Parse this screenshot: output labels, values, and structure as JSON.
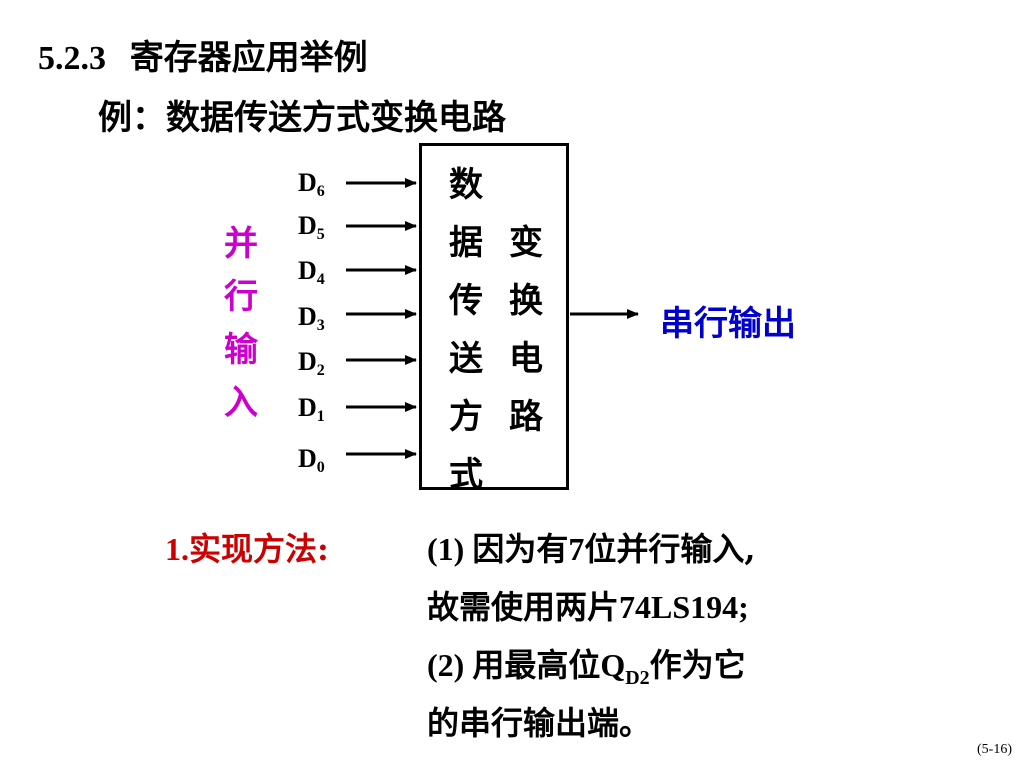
{
  "title": {
    "number": "5.2.3",
    "text": "寄存器应用举例"
  },
  "subtitle": "例：数据传送方式变换电路",
  "input_label_chars": [
    "并",
    "行",
    "输",
    "入"
  ],
  "inputs": [
    {
      "name": "D",
      "sub": "6"
    },
    {
      "name": "D",
      "sub": "5"
    },
    {
      "name": "D",
      "sub": "4"
    },
    {
      "name": "D",
      "sub": "3"
    },
    {
      "name": "D",
      "sub": "2"
    },
    {
      "name": "D",
      "sub": "1"
    },
    {
      "name": "D",
      "sub": "0"
    }
  ],
  "box_col1": [
    "数",
    "据",
    "传",
    "送",
    "方",
    "式"
  ],
  "box_col2": [
    "变",
    "换",
    "电",
    "路"
  ],
  "output_label": "串行输出",
  "method": {
    "heading_num": "1.",
    "heading_text": "实现方法:",
    "line1_prefix": "(1) ",
    "line1_text": "因为有",
    "line1_num": "7",
    "line1_text2": "位并行输入,",
    "line2_text": "故需使用两片",
    "line2_code": "74LS194",
    "line2_end": ";",
    "line3_prefix": "(2) ",
    "line3_text": "用最高位",
    "line3_q": "Q",
    "line3_sub": "D2",
    "line3_text2": "作为它",
    "line4_text": "的串行输出端。"
  },
  "page_number": "(5-16)",
  "colors": {
    "parallel_input": "#cc00cc",
    "output": "#0000cc",
    "method_heading": "#cc0000"
  }
}
